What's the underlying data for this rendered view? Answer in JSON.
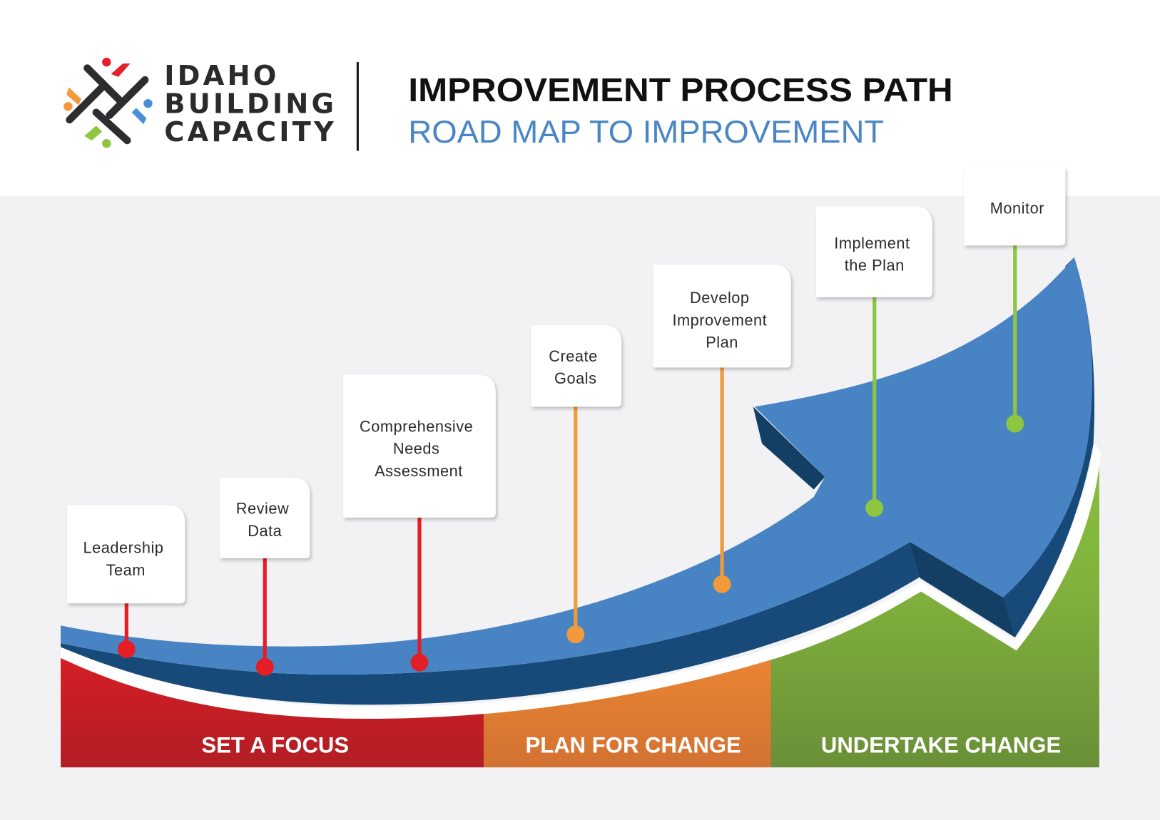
{
  "logo": {
    "line1": "IDAHO",
    "line2": "BUILDING",
    "line3": "CAPACITY",
    "colors": {
      "dark": "#2d2d30",
      "red": "#e4202a",
      "orange": "#f29a3a",
      "blue": "#4a8fd6",
      "green": "#8cc63f"
    }
  },
  "header": {
    "title": "IMPROVEMENT PROCESS PATH",
    "subtitle": "ROAD MAP TO IMPROVEMENT"
  },
  "steps": [
    {
      "lines": [
        "Leadership",
        "Team"
      ],
      "phase": "set_a_focus",
      "color": "#e31e26"
    },
    {
      "lines": [
        "Review",
        "Data"
      ],
      "phase": "set_a_focus",
      "color": "#e31e26"
    },
    {
      "lines": [
        "Comprehensive",
        "Needs",
        "Assessment"
      ],
      "phase": "set_a_focus",
      "color": "#e31e26"
    },
    {
      "lines": [
        "Create",
        "Goals"
      ],
      "phase": "plan_for_change",
      "color": "#f29a3a"
    },
    {
      "lines": [
        "Develop",
        "Improvement",
        "Plan"
      ],
      "phase": "plan_for_change",
      "color": "#f29a3a"
    },
    {
      "lines": [
        "Implement",
        "the Plan"
      ],
      "phase": "undertake_change",
      "color": "#8dc63f"
    },
    {
      "lines": [
        "Monitor"
      ],
      "phase": "undertake_change",
      "color": "#8dc63f"
    }
  ],
  "phases": [
    {
      "label": "SET A FOCUS",
      "color_top": "#ed1c24",
      "color_bottom": "#b01e24"
    },
    {
      "label": "PLAN FOR CHANGE",
      "color_top": "#f68d2e",
      "color_bottom": "#d27232"
    },
    {
      "label": "UNDERTAKE CHANGE",
      "color_top": "#8cc43f",
      "color_bottom": "#6a8f37"
    }
  ],
  "colors": {
    "arrow_face": "#4884c4",
    "arrow_side": "#174a79",
    "arrow_side_dark": "#123f63",
    "background_band": "#f2f2f4",
    "header_bg": "#ffffff"
  }
}
